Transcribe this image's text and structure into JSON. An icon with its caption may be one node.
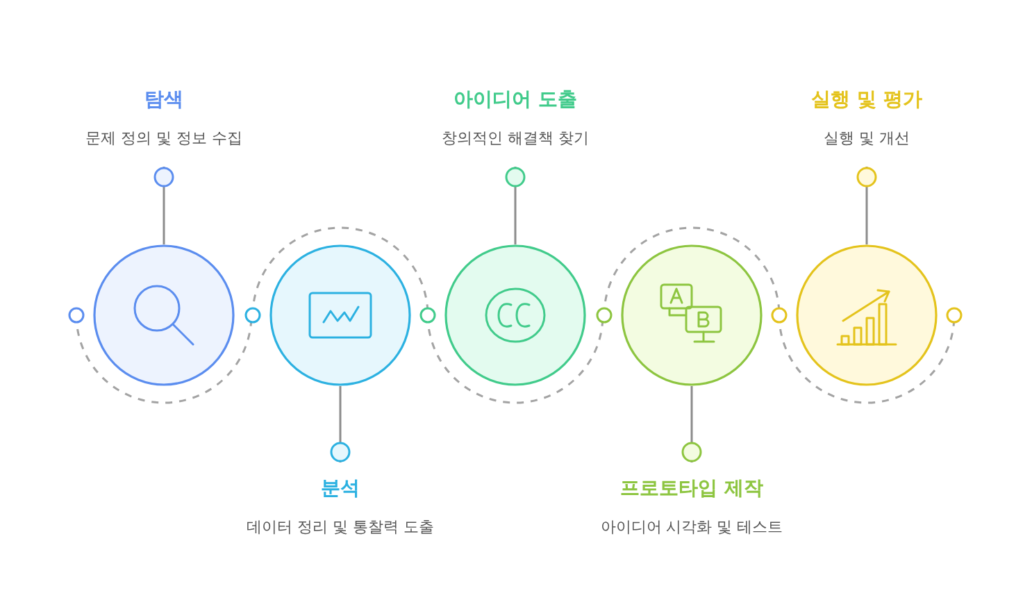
{
  "diagram": {
    "nodes": [
      {
        "text": [
          "탐색",
          "문제 정의 및 정보 수집"
        ]
      },
      {
        "text": [],
        "shape": "circle"
      },
      {
        "text": [
          "분석",
          "데이터 정리 및 통찰력 도출"
        ]
      },
      {
        "text": [],
        "shape": "circle"
      },
      {
        "text": [
          "아이디어 도출",
          "창의적인 해결책 찾기"
        ]
      },
      {
        "text": [],
        "shape": "circle"
      },
      {
        "text": [
          "프로토타입 제작",
          "아이디어 시각화 및 테스트"
        ]
      },
      {
        "text": [],
        "shape": "circle"
      },
      {
        "text": [
          "실행 및 평가",
          "실행 및 개선"
        ]
      },
      {
        "text": [],
        "shape": "circle"
      }
    ],
    "edges": [
      {
        "from": 0,
        "to": 1,
        "arrow": "other"
      },
      {
        "from": 2,
        "to": 3,
        "arrow": "other"
      },
      {
        "from": 4,
        "to": 5,
        "arrow": "other"
      },
      {
        "from": 6,
        "to": 7,
        "arrow": "other"
      },
      {
        "from": 8,
        "to": 9,
        "arrow": "other"
      }
    ]
  }
}
